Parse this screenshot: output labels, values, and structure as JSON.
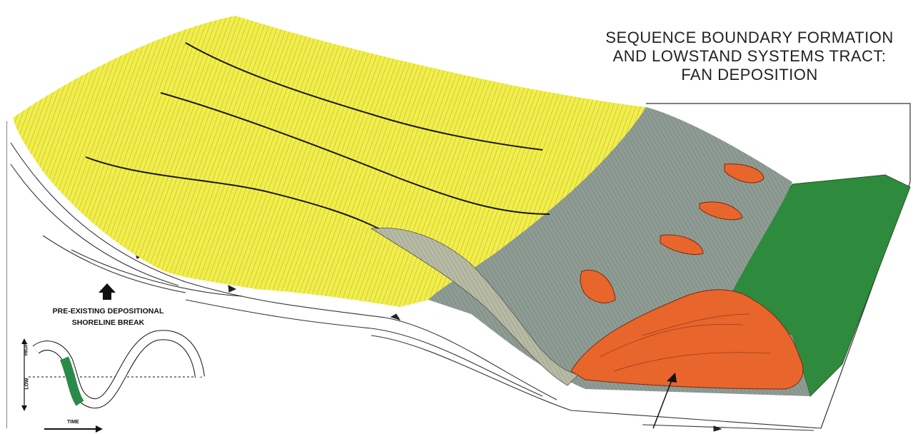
{
  "title_lines": [
    "SEQUENCE BOUNDARY FORMATION",
    "AND LOWSTAND SYSTEMS TRACT:",
    "FAN DEPOSITION"
  ],
  "shoreline_break_lines": [
    "PRE-EXISTING DEPOSITIONAL",
    "SHORELINE BREAK"
  ],
  "sea_level_inset": {
    "x_label": "TIME",
    "y_high_label": "HIGH",
    "y_low_label": "LOW"
  },
  "colors": {
    "shelf_yellow": "#f2ee4a",
    "slope_gray": "#8e9c94",
    "canyon_fill": "#b8bba4",
    "fan_orange": "#e8652b",
    "basin_green": "#2e8a3c",
    "inset_highlight": "#2a8a4a"
  }
}
